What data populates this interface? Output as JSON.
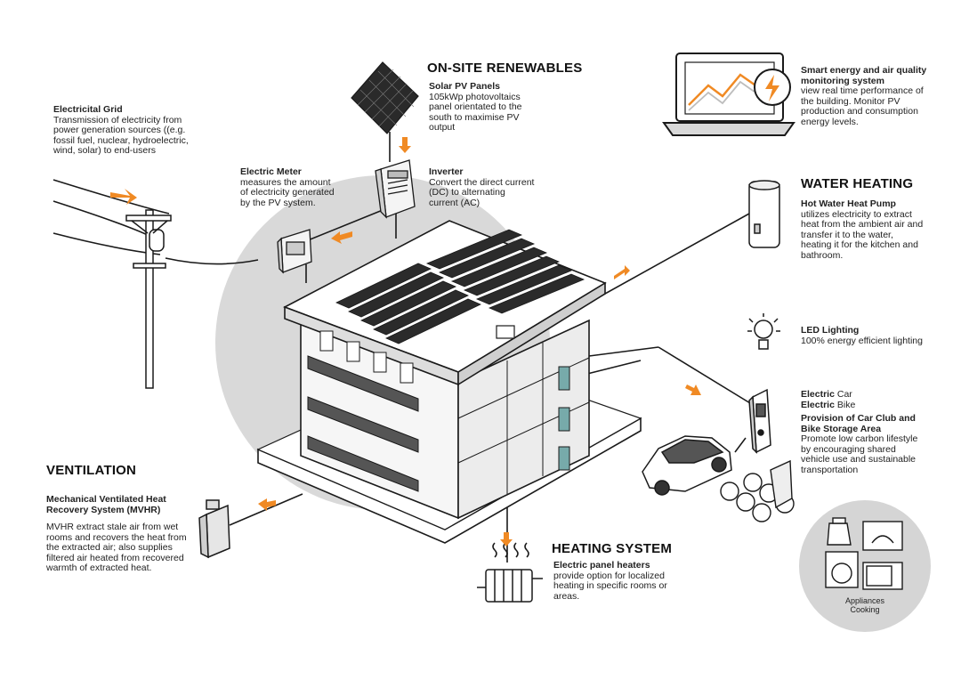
{
  "colors": {
    "accent": "#f08a24",
    "ink": "#1a1a1a",
    "gray": "#d9d9d9",
    "dark_gray": "#bdbdbd"
  },
  "renewables": {
    "heading": "ON-SITE RENEWABLES",
    "solar": {
      "title": "Solar PV Panels",
      "desc": "105kWp photovoltaics panel orientated to the south to maximise PV output"
    },
    "inverter": {
      "title": "Inverter",
      "desc": "Convert the direct current (DC) to alternating current (AC)"
    },
    "meter": {
      "title": "Electric Meter",
      "desc": "measures the amount of electricity generated by the PV system."
    }
  },
  "grid": {
    "title": "Electricital Grid",
    "desc": "Transmission of electricity from power generation sources ((e.g. fossil fuel, nuclear, hydroelectric, wind, solar) to end-users"
  },
  "monitoring": {
    "title": "Smart energy and air quality monitoring system",
    "desc": "view real time performance of the building.  Monitor PV production and consumption energy levels."
  },
  "water": {
    "heading": "WATER HEATING",
    "title": "Hot Water Heat Pump",
    "desc": "utilizes electricity to extract heat from the ambient air and transfer it to the water, heating it for the kitchen and bathroom."
  },
  "led": {
    "title": "LED Lighting",
    "desc": "100% energy efficient lighting"
  },
  "vehicles": {
    "car_bold": "Electric",
    "car_rest": " Car",
    "bike_bold": "Electric",
    "bike_rest": " Bike",
    "title": "Provision of Car Club and Bike Storage Area",
    "desc": "Promote low carbon lifestyle by encouraging shared vehicle use and sustainable transportation"
  },
  "ventilation": {
    "heading": "VENTILATION",
    "title": "Mechanical Ventilated Heat Recovery System (MVHR)",
    "desc": "MVHR extract stale air from wet rooms and recovers the heat from the extracted air; also supplies filtered air heated from recovered warmth of extracted heat."
  },
  "heating": {
    "heading": "HEATING SYSTEM",
    "title": "Electric panel heaters",
    "desc": "provide option for localized heating in specific rooms or areas."
  },
  "appliances": {
    "line1": "Appliances",
    "line2": "Cooking"
  },
  "icons": [
    "solar-panel-icon",
    "inverter-icon",
    "electric-meter-icon",
    "utility-pole-icon",
    "laptop-monitor-icon",
    "lightning-icon",
    "water-heater-icon",
    "lightbulb-icon",
    "ev-charger-icon",
    "car-icon",
    "bicycle-icon",
    "mvhr-unit-icon",
    "radiator-icon",
    "kettle-icon",
    "oven-icon",
    "washing-machine-icon",
    "microwave-icon"
  ]
}
